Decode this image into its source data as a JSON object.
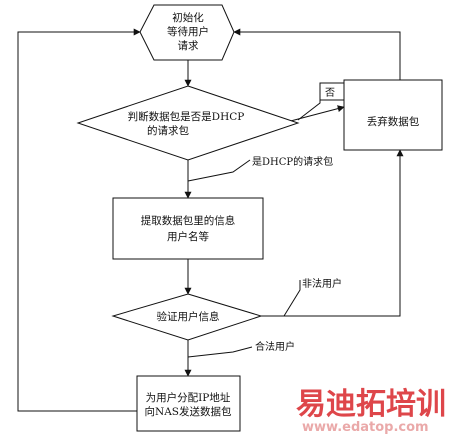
{
  "nodes": {
    "init": {
      "lines": [
        "初始化",
        "等待用户",
        "请求"
      ]
    },
    "check_dhcp": {
      "lines": [
        "判断数据包是否是DHCP",
        "的请求包"
      ]
    },
    "discard": {
      "lines": [
        "丢弃数据包"
      ]
    },
    "extract": {
      "lines": [
        "提取数据包里的信息",
        "用户名等"
      ]
    },
    "verify": {
      "lines": [
        "验证用户信息"
      ]
    },
    "assign": {
      "lines": [
        "为用户分配IP地址",
        "向NAS发送数据包"
      ]
    }
  },
  "labels": {
    "no": "否",
    "is_dhcp": "是DHCP的请求包",
    "illegal_user": "非法用户",
    "legal_user": "合法用户"
  },
  "watermark": {
    "brand": "易迪拓培训",
    "url": "www.edatop.com",
    "colors": {
      "brand": "#d9262b",
      "url": "#e8a0a0"
    }
  }
}
